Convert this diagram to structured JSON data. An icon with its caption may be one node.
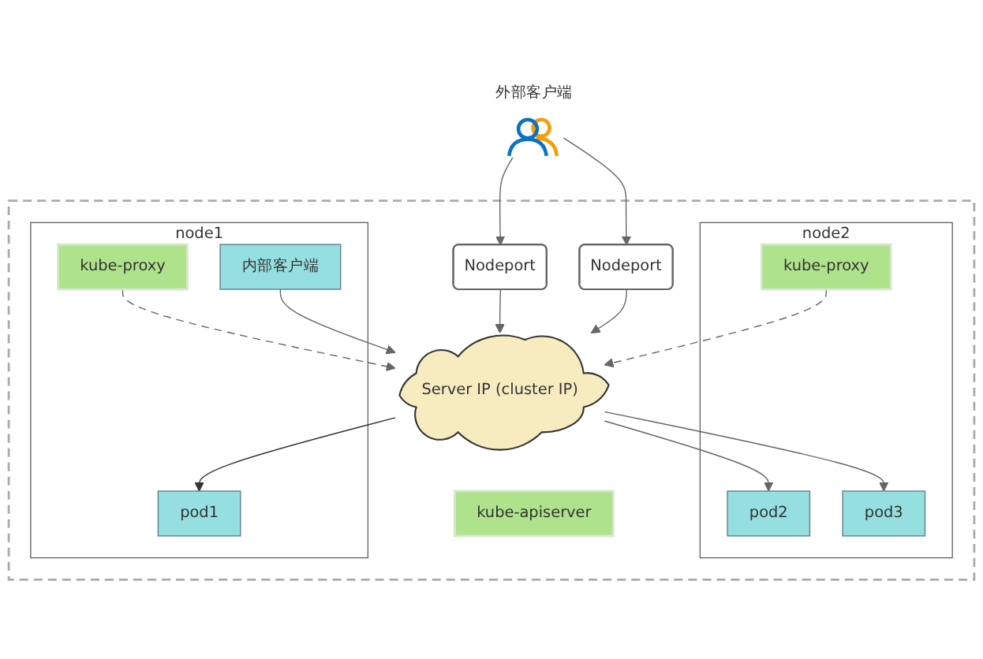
{
  "diagram": {
    "nodes": [
      {
        "text": [
          "外部客户端"
        ]
      },
      {
        "text": [],
        "shape": "box"
      },
      {
        "text": [
          "kube-apiserver"
        ],
        "in": 1
      },
      {
        "text": [
          "Nodeport"
        ],
        "in": 1
      },
      {
        "text": [
          "Nodeport"
        ],
        "in": 1
      },
      {
        "text": [
          "node1"
        ],
        "in": 1
      },
      {
        "text": [
          "kube-proxy"
        ],
        "in": 5
      },
      {
        "text": [
          "pod1"
        ],
        "in": 5
      },
      {
        "text": [
          "内部客户端"
        ],
        "in": 5
      },
      {
        "text": [
          "node2"
        ],
        "in": 1
      },
      {
        "text": [
          "kube-proxy"
        ],
        "in": 9
      },
      {
        "text": [
          "pod2"
        ],
        "in": 9
      },
      {
        "text": [
          "pod3"
        ],
        "in": 9
      },
      {
        "text": [
          "Server IP (cluster IP)"
        ],
        "in": 1
      }
    ],
    "edges": [
      {
        "from": 0,
        "to": 3,
        "arrow": "to"
      },
      {
        "from": 0,
        "to": 4,
        "arrow": "to"
      },
      {
        "from": 3,
        "to": 13,
        "arrow": "to"
      },
      {
        "from": 4,
        "to": 13,
        "arrow": "to"
      },
      {
        "from": 6,
        "to": 13,
        "arrow": "to",
        "style": "dashed"
      },
      {
        "from": 10,
        "to": 13,
        "arrow": "to",
        "style": "dashed"
      },
      {
        "from": 13,
        "to": 7,
        "arrow": "to",
        "color": "#333333"
      },
      {
        "from": 8,
        "to": 13,
        "arrow": "to"
      },
      {
        "from": 13,
        "to": 11,
        "arrow": "to"
      },
      {
        "from": 13,
        "to": 12,
        "arrow": "to"
      }
    ]
  }
}
